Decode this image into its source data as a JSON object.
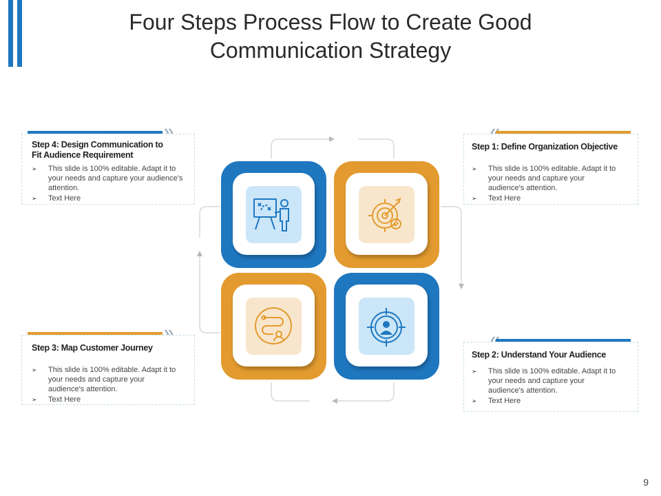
{
  "title": {
    "line1": "Four Steps Process Flow to Create Good",
    "line2": "Communication Strategy"
  },
  "page_number": "9",
  "colors": {
    "blue": "#1f77c0",
    "orange": "#e39b2f",
    "light_blue": "#cbe6f8",
    "light_orange": "#f8e6cc"
  },
  "steps": [
    {
      "title": "Step 1: Define Organization Objective",
      "bullets": [
        "This slide is 100% editable. Adapt it to your needs and capture your audience's attention.",
        "Text Here"
      ],
      "icon": "target-arrow-icon"
    },
    {
      "title": "Step 2: Understand Your Audience",
      "bullets": [
        "This slide is 100% editable. Adapt it to your needs and capture your audience's attention.",
        "Text Here"
      ],
      "icon": "audience-target-icon"
    },
    {
      "title": "Step 3: Map Customer Journey",
      "bullets": [
        "This slide is 100% editable. Adapt it to your needs and capture your audience's attention.",
        "Text Here"
      ],
      "icon": "customer-journey-icon"
    },
    {
      "title_line1": "Step 4: Design Communication to",
      "title_line2": "Fit Audience Requirement",
      "bullets": [
        "This slide is 100% editable. Adapt it to your needs and capture your audience's attention.",
        "Text Here"
      ],
      "icon": "presentation-board-icon"
    }
  ]
}
